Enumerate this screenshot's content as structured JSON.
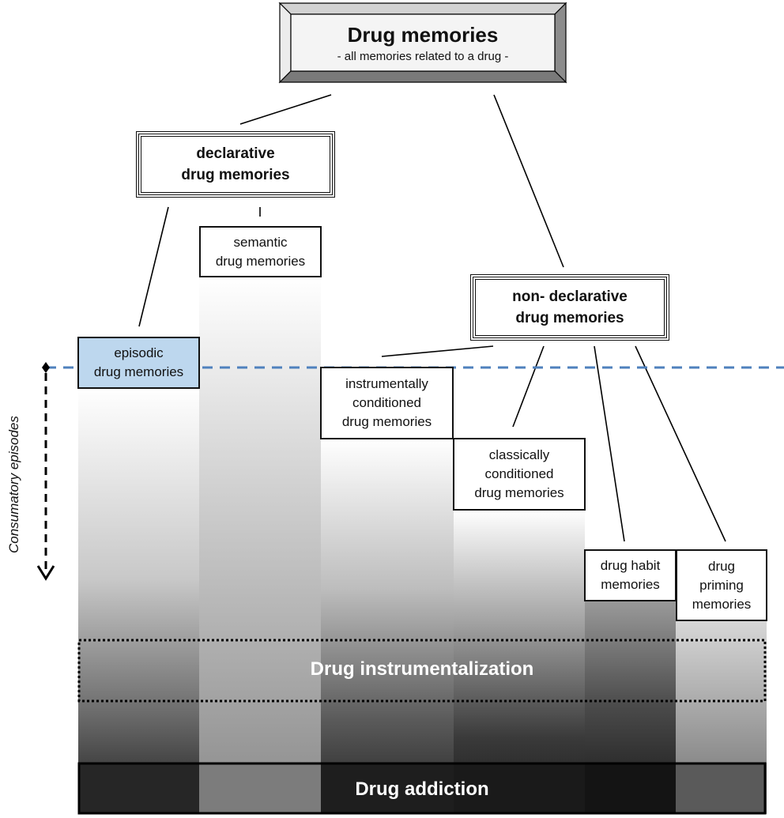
{
  "title": "Drug memories",
  "subtitle": "- all memories related to a drug -",
  "nodes": {
    "declarative": [
      "declarative",
      "drug memories"
    ],
    "semantic": [
      "semantic",
      "drug memories"
    ],
    "episodic": [
      "episodic",
      "drug memories"
    ],
    "non_declarative": [
      "non- declarative",
      "drug memories"
    ],
    "instrumental": [
      "instrumentally",
      "conditioned",
      "drug memories"
    ],
    "classical": [
      "classically",
      "conditioned",
      "drug memories"
    ],
    "habit": [
      "drug habit",
      "memories"
    ],
    "priming": [
      "drug",
      "priming",
      "memories"
    ]
  },
  "bands": {
    "instrumentalization": "Drug instrumentalization",
    "addiction": "Drug addiction"
  },
  "axis_label": "Consumatory episodes",
  "colors": {
    "episodic_fill": "#bdd7ee",
    "dashed_line": "#4f81bd",
    "column_dark": "#2a2a2a"
  }
}
